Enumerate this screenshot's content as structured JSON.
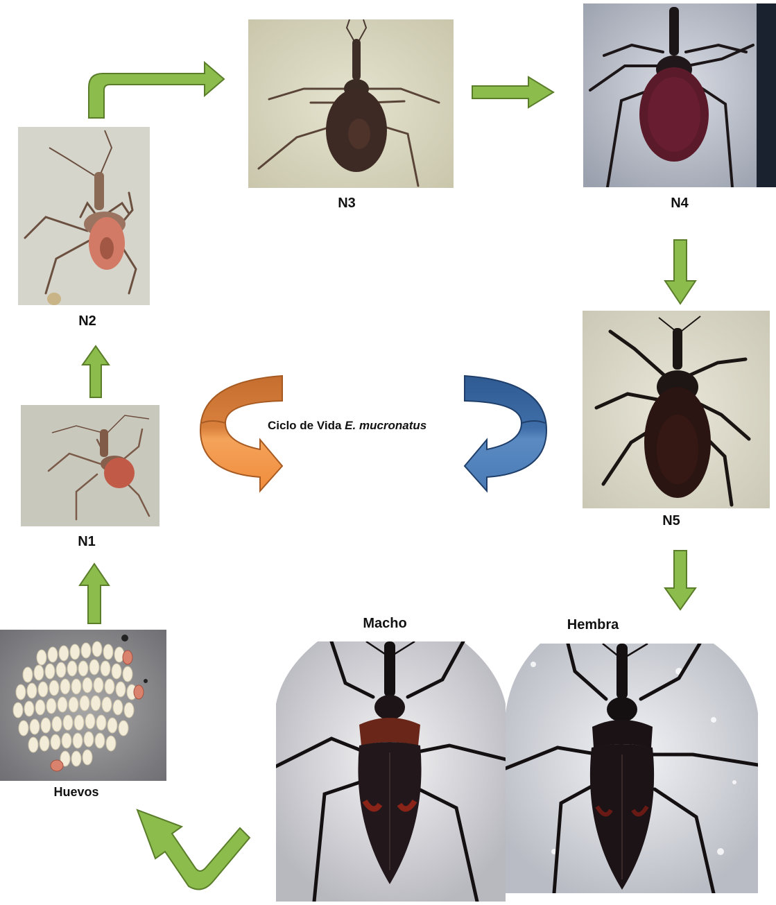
{
  "diagram": {
    "title_prefix": "Ciclo de Vida ",
    "title_species": "E. mucronatus",
    "stages": {
      "eggs": "Huevos",
      "n1": "N1",
      "n2": "N2",
      "n3": "N3",
      "n4": "N4",
      "n5": "N5",
      "male": "Macho",
      "female": "Hembra"
    },
    "colors": {
      "arrow_green": "#8cbc4c",
      "arrow_green_edge": "#5a7d2a",
      "cycle_orange": "#f08c3c",
      "cycle_blue": "#3f6ea8"
    },
    "icons": [
      "insect-photo",
      "egg-cluster-photo",
      "cycle-arrow-icon",
      "flow-arrow-icon"
    ]
  }
}
